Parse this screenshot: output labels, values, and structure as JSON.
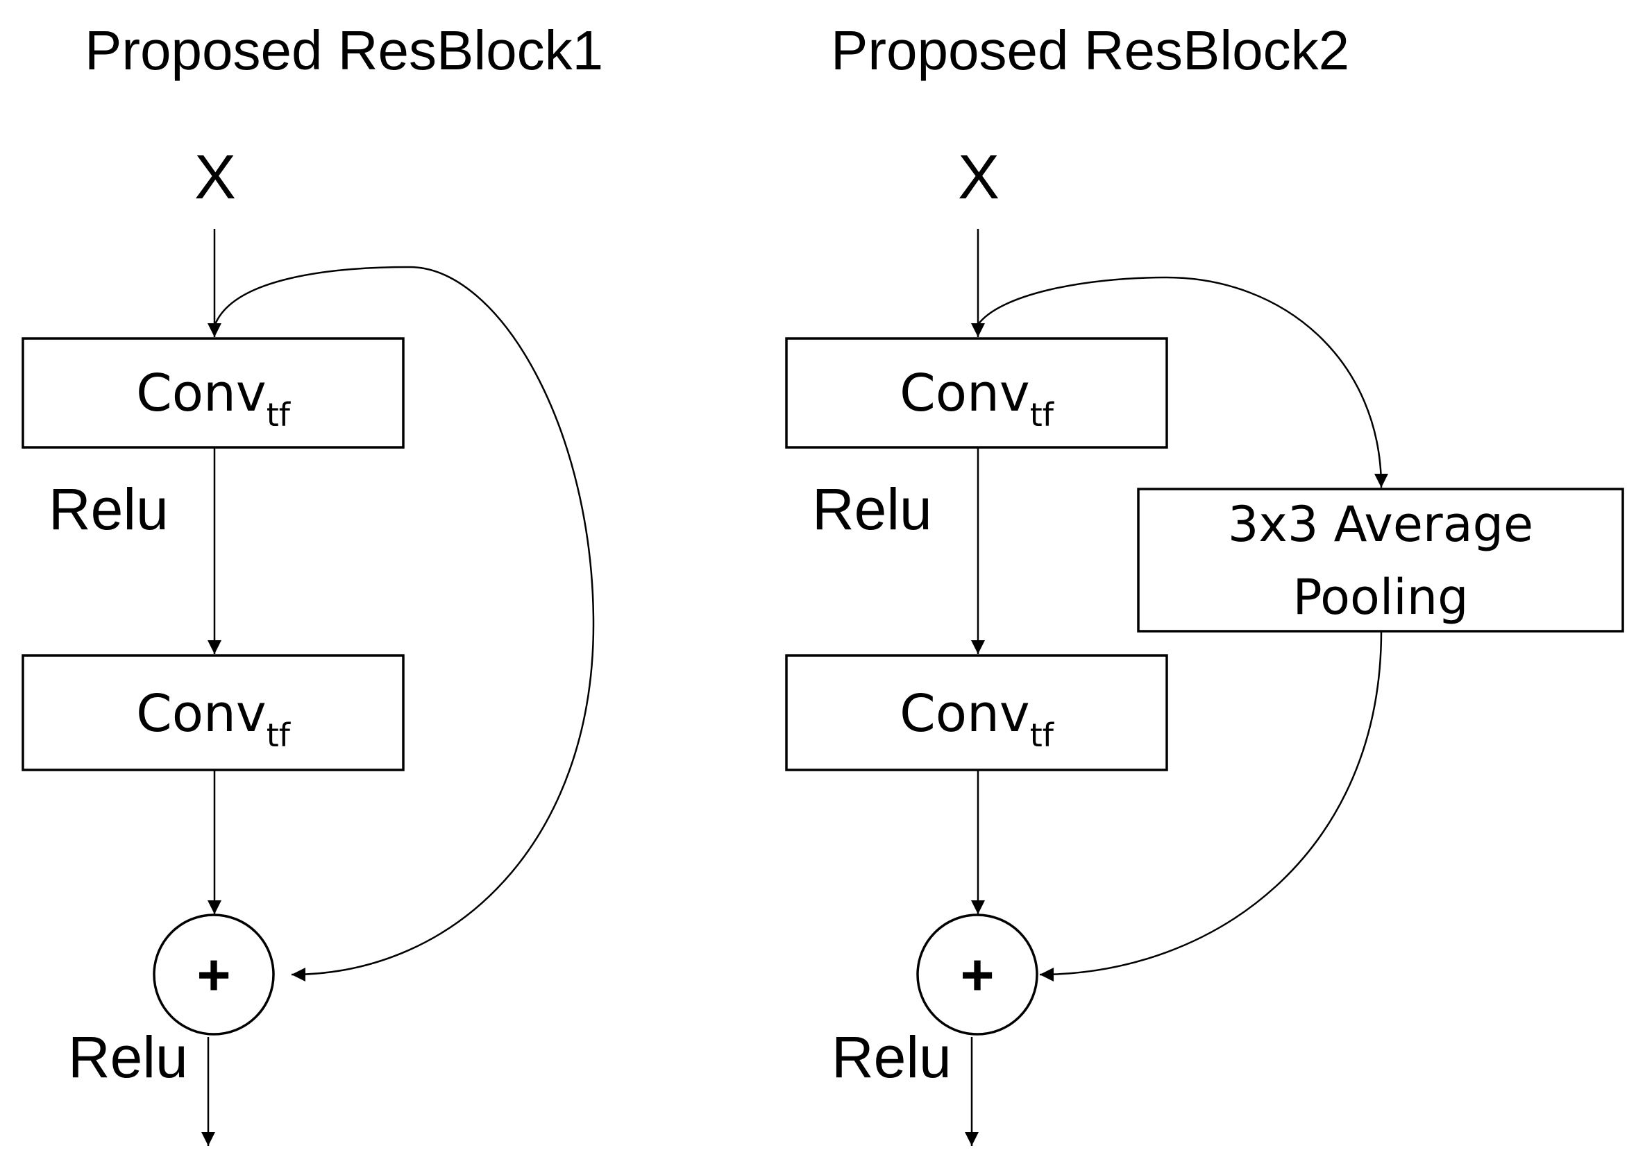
{
  "blocks": [
    {
      "title": "Proposed ResBlock1",
      "input": "X",
      "conv1": {
        "main": "Conv",
        "sub": "tf"
      },
      "relu_mid": "Relu",
      "conv2": {
        "main": "Conv",
        "sub": "tf"
      },
      "add_symbol": "+",
      "relu_out": "Relu"
    },
    {
      "title": "Proposed ResBlock2",
      "input": "X",
      "conv1": {
        "main": "Conv",
        "sub": "tf"
      },
      "relu_mid": "Relu",
      "pool": {
        "line1": "3x3 Average",
        "line2": "Pooling"
      },
      "conv2": {
        "main": "Conv",
        "sub": "tf"
      },
      "add_symbol": "+",
      "relu_out": "Relu"
    }
  ]
}
